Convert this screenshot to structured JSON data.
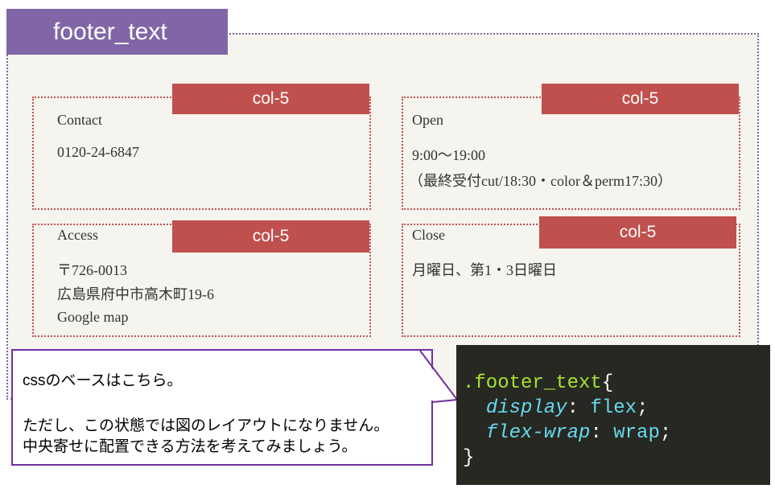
{
  "title": "footer_text",
  "columns": [
    {
      "tag": "col-5",
      "heading": "Contact",
      "lines": [
        "0120-24-6847"
      ]
    },
    {
      "tag": "col-5",
      "heading": "Open",
      "lines": [
        "9:00～19:00",
        "（最終受付cut/18:30・color＆perm17:30）"
      ]
    },
    {
      "tag": "col-5",
      "heading": "Access",
      "lines": [
        "〒726-0013",
        "広島県府中市高木町19-6",
        "Google map"
      ]
    },
    {
      "tag": "col-5",
      "heading": "Close",
      "lines": [
        "月曜日、第1・3日曜日"
      ]
    }
  ],
  "callout": {
    "line1": "cssのベースはこちら。",
    "line2": "ただし、この状態では図のレイアウトになりません。",
    "line3": "中央寄せに配置できる方法を考えてみましょう。"
  },
  "code": {
    "selector": ".footer_text",
    "open_brace": "{",
    "prop1": "display",
    "val1": "flex",
    "prop2": "flex-wrap",
    "val2": "wrap",
    "colon": ": ",
    "semicolon": ";",
    "close_brace": "}"
  },
  "colors": {
    "purple": "#8066a6",
    "red": "#c0504d",
    "background": "#f5f4ef",
    "code_bg": "#272822"
  }
}
